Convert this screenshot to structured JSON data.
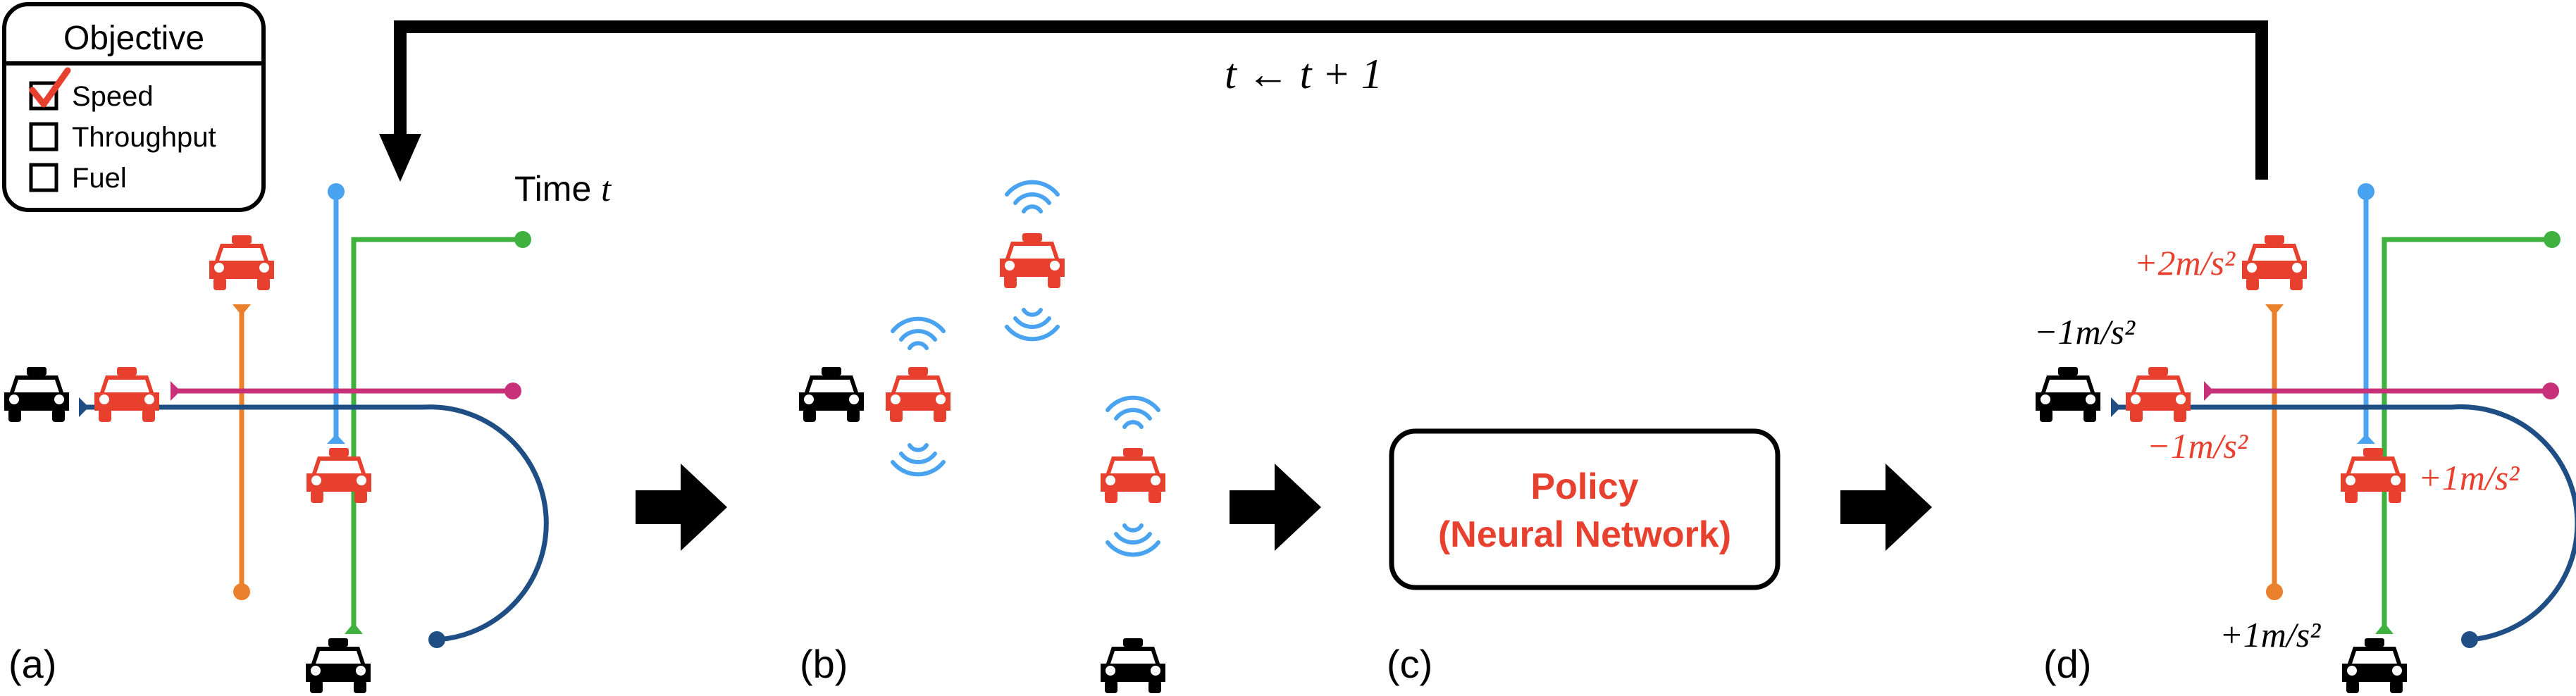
{
  "objective": {
    "title": "Objective",
    "options": [
      {
        "label": "Speed",
        "checked": true
      },
      {
        "label": "Throughput",
        "checked": false
      },
      {
        "label": "Fuel",
        "checked": false
      }
    ],
    "check_color": "#e8402f"
  },
  "loop_label": "t ← t + 1",
  "time_label": "Time",
  "time_var": "t",
  "panels": {
    "a": "(a)",
    "b": "(b)",
    "c": "(c)",
    "d": "(d)"
  },
  "policy": {
    "line1": "Policy",
    "line2": "(Neural Network)"
  },
  "actions": {
    "top": "+2m/s²",
    "left_upper": "−1m/s²",
    "left_lower": "−1m/s²",
    "center": "+1m/s²",
    "bottom": "+1m/s²"
  },
  "colors": {
    "red_car": "#e8402f",
    "black_car": "#000000",
    "blue_route": "#4aa3f0",
    "green_route": "#3fb13f",
    "magenta_route": "#c8307a",
    "orange_route": "#ea7f2c",
    "navy_route": "#1f4e85",
    "wifi": "#4aa3f0",
    "accent_text": "#e8402f"
  }
}
